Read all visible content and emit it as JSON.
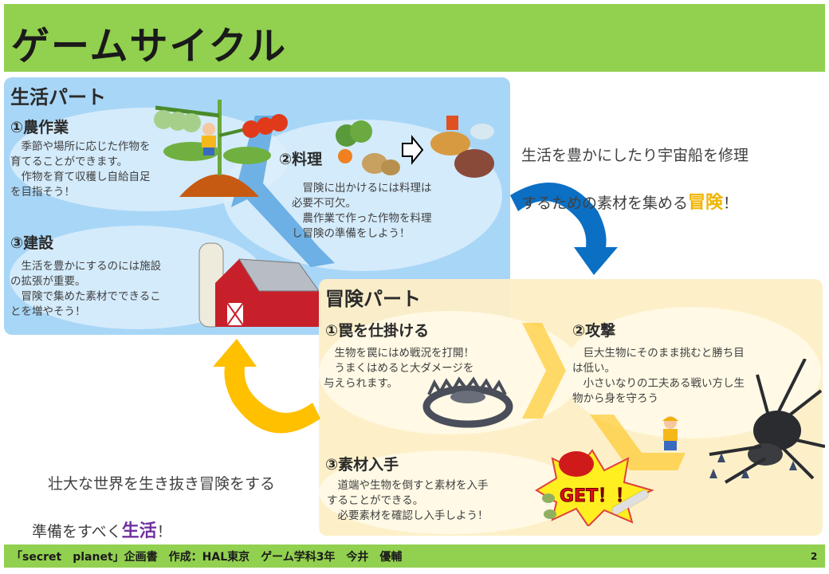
{
  "title": "ゲームサイクル",
  "life": {
    "heading": "生活パート",
    "items": [
      {
        "title": "①農作業",
        "text": "　季節や場所に応じた作物を\n育てることができます。\n　作物を育て収穫し自給自足\nを目指そう！"
      },
      {
        "title": "②料理",
        "text": "　冒険に出かけるには料理は\n必要不可欠。\n　農作業で作った作物を料理\nし冒険の準備をしよう！"
      },
      {
        "title": "③建設",
        "text": "　生活を豊かにするのには施設\nの拡張が重要。\n　冒険で集めた素材でできるこ\nとを増やそう！"
      }
    ]
  },
  "adventure": {
    "heading": "冒険パート",
    "items": [
      {
        "title": "①罠を仕掛ける",
        "text": "　生物を罠にはめ戦況を打開！\n　うまくはめると大ダメージを\n与えられます。"
      },
      {
        "title": "②攻撃",
        "text": "　巨大生物にそのまま挑むと勝ち目\nは低い。\n　小さいなりの工夫ある戦い方し生\n物から身を守ろう"
      },
      {
        "title": "③素材入手",
        "text": "　道端や生物を倒すと素材を入手\nすることができる。\n　必要素材を確認し入手しよう！"
      }
    ]
  },
  "to_adventure": {
    "text1": "生活を豊かにしたり宇宙船を修理",
    "text2": "するための素材を集める",
    "highlight": "冒険",
    "end": "！",
    "color": "#f0b400"
  },
  "to_life": {
    "text1": "壮大な世界を生き抜き冒険をする",
    "text2": "準備をすべく",
    "highlight": "生活",
    "end": "！",
    "color": "#7030a0"
  },
  "get_label": "GET！！",
  "footer": {
    "credit": "「secret　planet」企画書　作成：HAL東京　ゲーム学科3年　今井　優輔",
    "page": "2"
  },
  "colors": {
    "green": "#92d050",
    "blue_panel": "#a8d6f7",
    "yellow_panel": "#fdefc6",
    "blue_arrow": "#0b6fc4",
    "yellow_arrow": "#ffc000"
  }
}
